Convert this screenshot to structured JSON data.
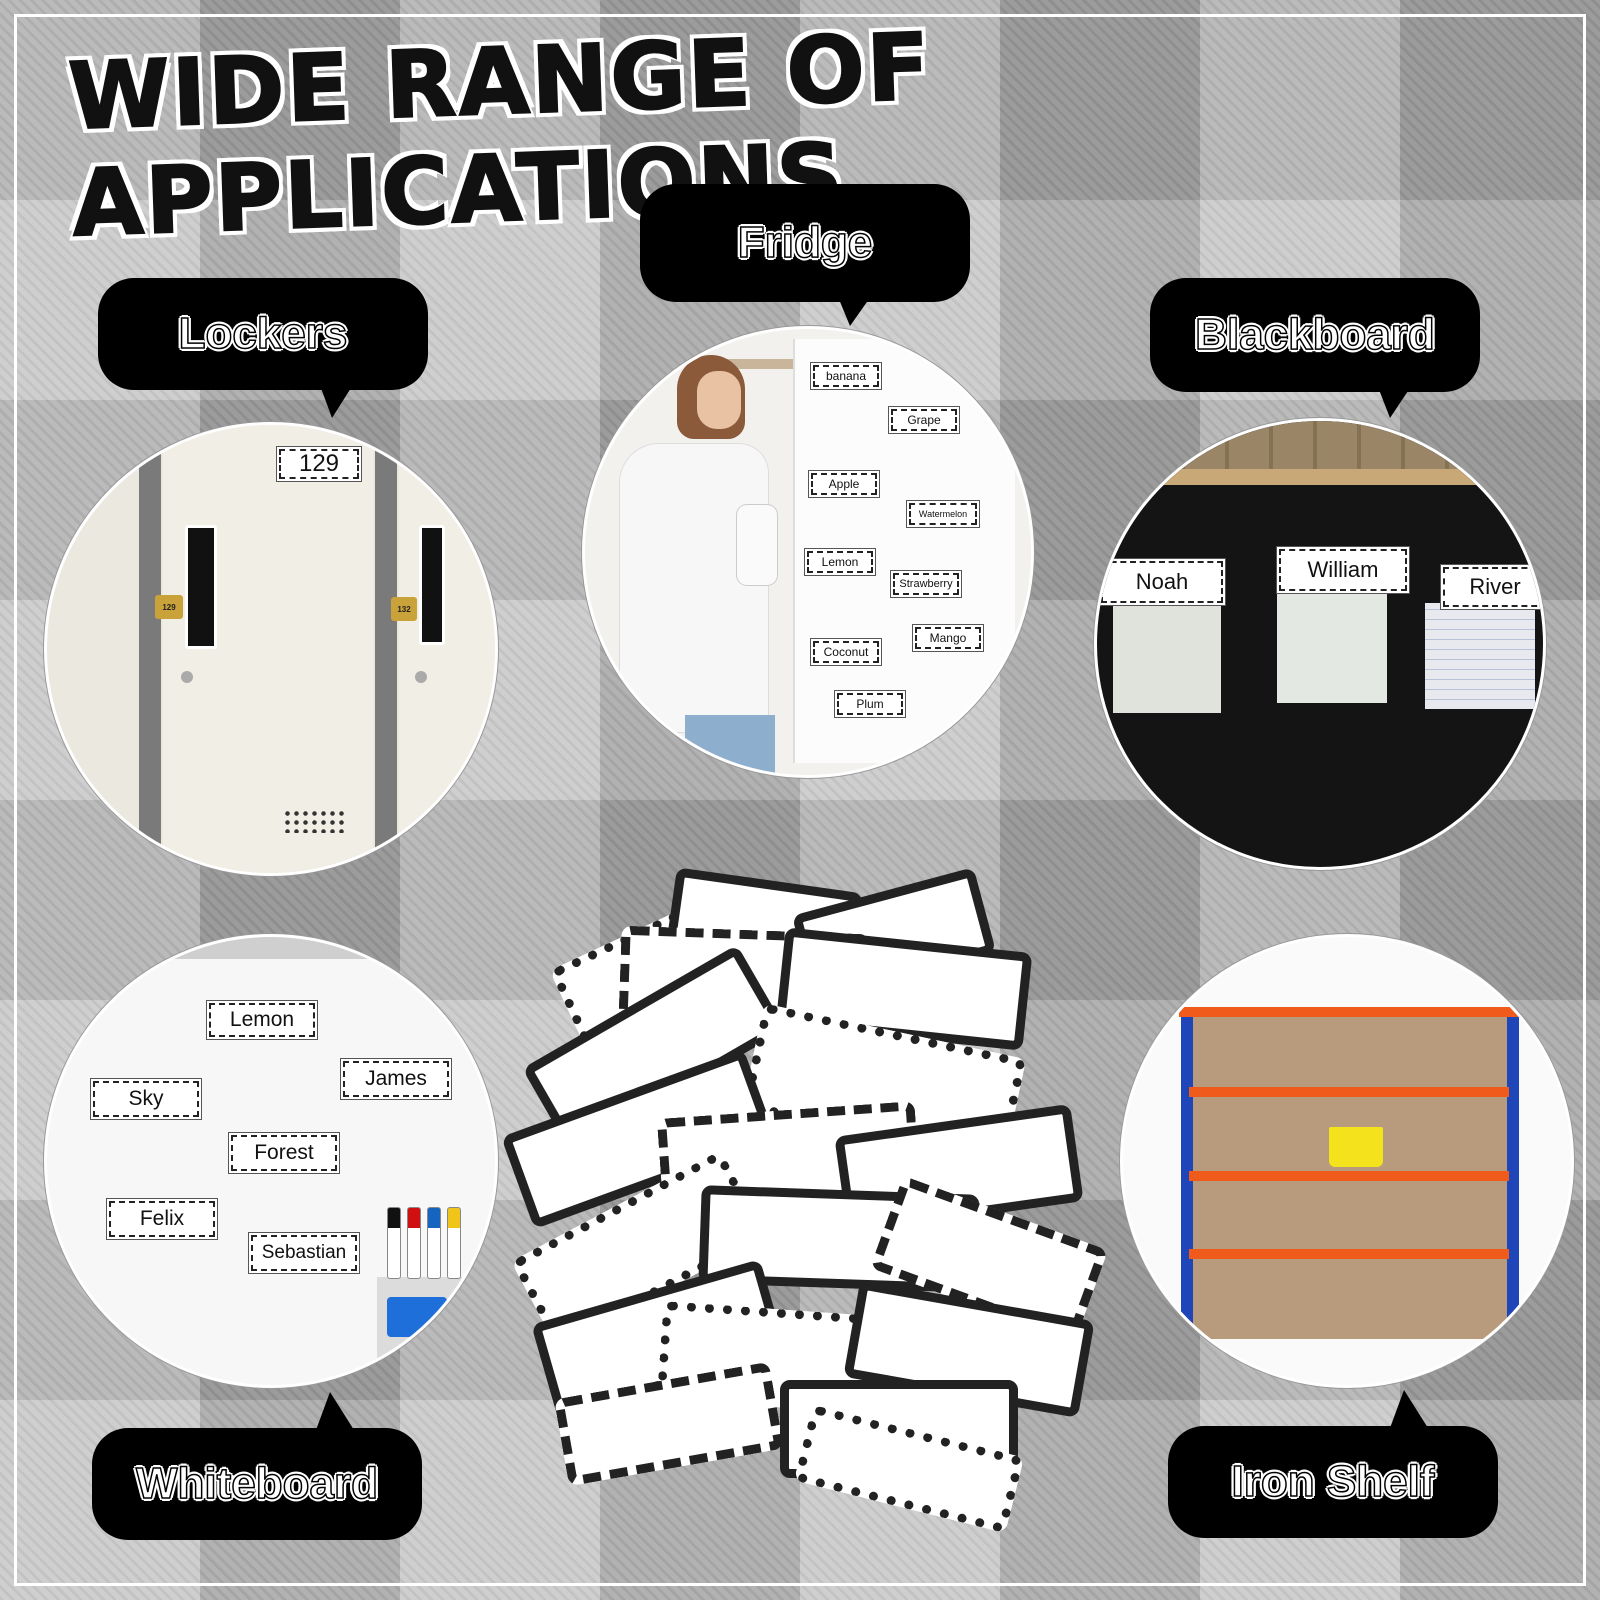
{
  "title": "WIDE RANGE OF APPLICATIONS",
  "bubbles": {
    "lockers": "Lockers",
    "fridge": "Fridge",
    "blackboard": "Blackboard",
    "whiteboard": "Whiteboard",
    "iron_shelf": "Iron Shelf"
  },
  "lockers": {
    "number_label": "129",
    "padlock_left": "129",
    "padlock_right": "132"
  },
  "fridge": {
    "labels": [
      "banana",
      "Grape",
      "Apple",
      "Watermelon",
      "Lemon",
      "Strawberry",
      "Coconut",
      "Mango",
      "Plum"
    ]
  },
  "blackboard": {
    "labels": [
      "Noah",
      "William",
      "River"
    ]
  },
  "whiteboard": {
    "labels": [
      "Lemon",
      "James",
      "Sky",
      "Forest",
      "Felix",
      "Sebastian"
    ]
  },
  "colors": {
    "background": "#bdbdbd",
    "bubble": "#000000",
    "shelf_frame": "#1f46b8",
    "shelf_beam": "#f05a1a",
    "basket": "#f4e21c"
  }
}
